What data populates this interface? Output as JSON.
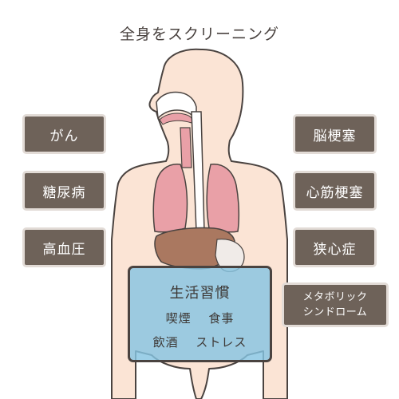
{
  "title": "全身をスクリーニング",
  "left_labels": [
    "がん",
    "糖尿病",
    "高血圧"
  ],
  "right_labels": [
    "脳梗塞",
    "心筋梗塞",
    "狭心症"
  ],
  "syndrome": {
    "line1": "メタボリック",
    "line2": "シンドローム"
  },
  "lifestyle": {
    "title": "生活習慣",
    "row1": [
      "喫煙",
      "食事"
    ],
    "row2": [
      "飲酒",
      "ストレス"
    ]
  },
  "colors": {
    "skin": "#fbe4d5",
    "outline": "#4a4340",
    "lung": "#e9a0a7",
    "liver": "#aa7860",
    "airway": "#ffffff",
    "tag_bg": "#6e6259",
    "box_fill": "#86c4e2"
  }
}
